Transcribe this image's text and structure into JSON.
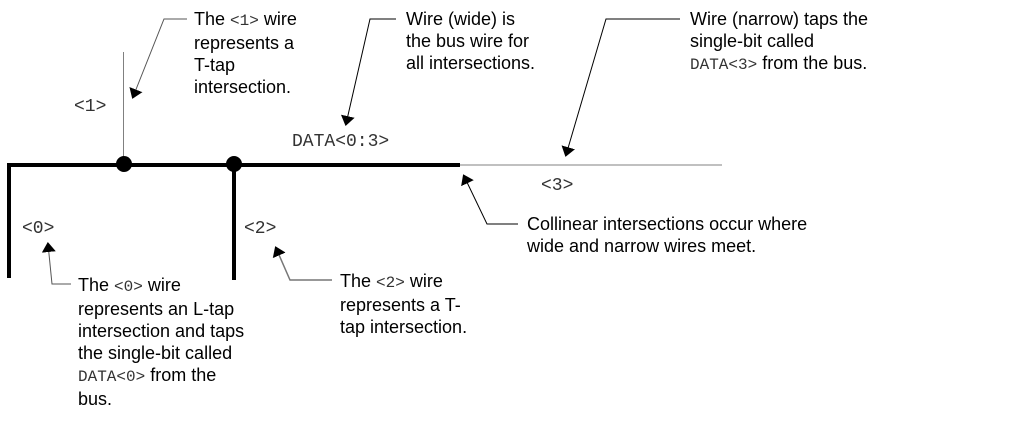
{
  "colors": {
    "wide_wire": "#000000",
    "narrow_wire": "#808080",
    "leader": "#000000",
    "label_text": "#333333",
    "background": "#ffffff"
  },
  "wire_labels": {
    "bus": "DATA<0:3>",
    "bit0": "<0>",
    "bit1": "<1>",
    "bit2": "<2>",
    "bit3": "<3>"
  },
  "callouts": {
    "t_tap_1": {
      "pre": "The ",
      "code": "<1>",
      "post": " wire",
      "lines": [
        "represents a",
        "T-tap",
        "intersection."
      ]
    },
    "bus_wire": {
      "lines": [
        "Wire (wide) is",
        "the bus wire for",
        "all intersections."
      ]
    },
    "narrow_wire": {
      "line1": "Wire (narrow) taps the",
      "line2": "single-bit called",
      "code": "DATA<3>",
      "post": " from the bus."
    },
    "l_tap_0": {
      "pre": "The ",
      "code": "<0>",
      "post": " wire",
      "lines": [
        "represents an L-tap",
        "intersection and taps",
        "the single-bit called"
      ],
      "code2": "DATA<0>",
      "post2": " from the",
      "last": "bus."
    },
    "t_tap_2": {
      "pre": "The ",
      "code": "<2>",
      "post": " wire",
      "lines": [
        "represents a T-",
        "tap intersection."
      ]
    },
    "collinear": {
      "lines": [
        "Collinear intersections occur where",
        "wide and narrow wires meet."
      ]
    }
  }
}
